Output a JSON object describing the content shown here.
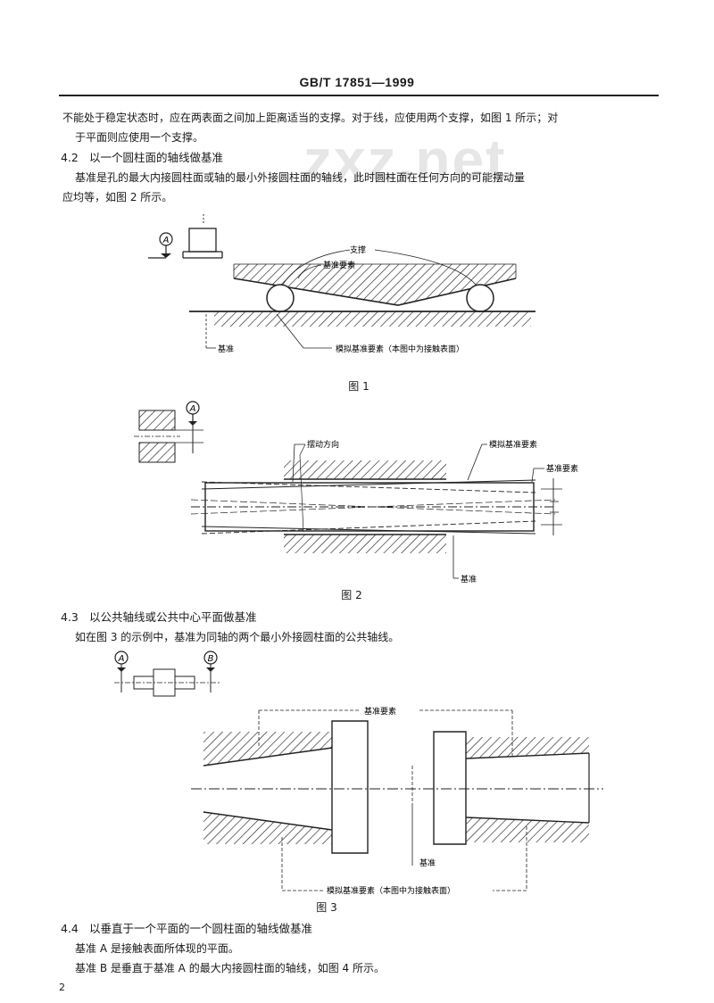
{
  "header": {
    "standard_no": "GB/T 17851—1999"
  },
  "watermark": "zxz.net",
  "intro": {
    "line1": "不能处于稳定状态时，应在两表面之间加上距离适当的支撑。对于线，应使用两个支撑，如图 1 所示；对",
    "line2": "于平面则应使用一个支撑。"
  },
  "sec42": {
    "num": "4.2",
    "title": "以一个圆柱面的轴线做基准",
    "para1": "基准是孔的最大内接圆柱面或轴的最小外接圆柱面的轴线，此时圆柱面在任何方向的可能摆动量",
    "para2": "应均等，如图 2 所示。"
  },
  "fig1": {
    "datum_letter": "A",
    "label_support": "支撑",
    "label_feature": "基准要素",
    "label_datum": "基准",
    "label_simulated": "模拟基准要素（本图中为接触表面）",
    "caption": "图 1"
  },
  "fig2": {
    "datum_letter": "A",
    "label_direction": "摆动方向",
    "label_simulated": "模拟基准要素",
    "label_feature": "基准要素",
    "label_datum": "基准",
    "caption": "图 2"
  },
  "sec43": {
    "num": "4.3",
    "title": "以公共轴线或公共中心平面做基准",
    "para1": "如在图 3 的示例中，基准为同轴的两个最小外接圆柱面的公共轴线。"
  },
  "fig3": {
    "datum_a": "A",
    "datum_b": "B",
    "label_feature": "基准要素",
    "label_datum": "基准",
    "label_simulated": "模拟基准要素（本图中为接触表面）",
    "caption": "图 3"
  },
  "sec44": {
    "num": "4.4",
    "title": "以垂直于一个平面的一个圆柱面的轴线做基准",
    "para1": "基准 A 是接触表面所体现的平面。",
    "para2": "基准 B 是垂直于基准 A 的最大内接圆柱面的轴线，如图 4 所示。"
  },
  "footer": {
    "page_no": "2"
  }
}
